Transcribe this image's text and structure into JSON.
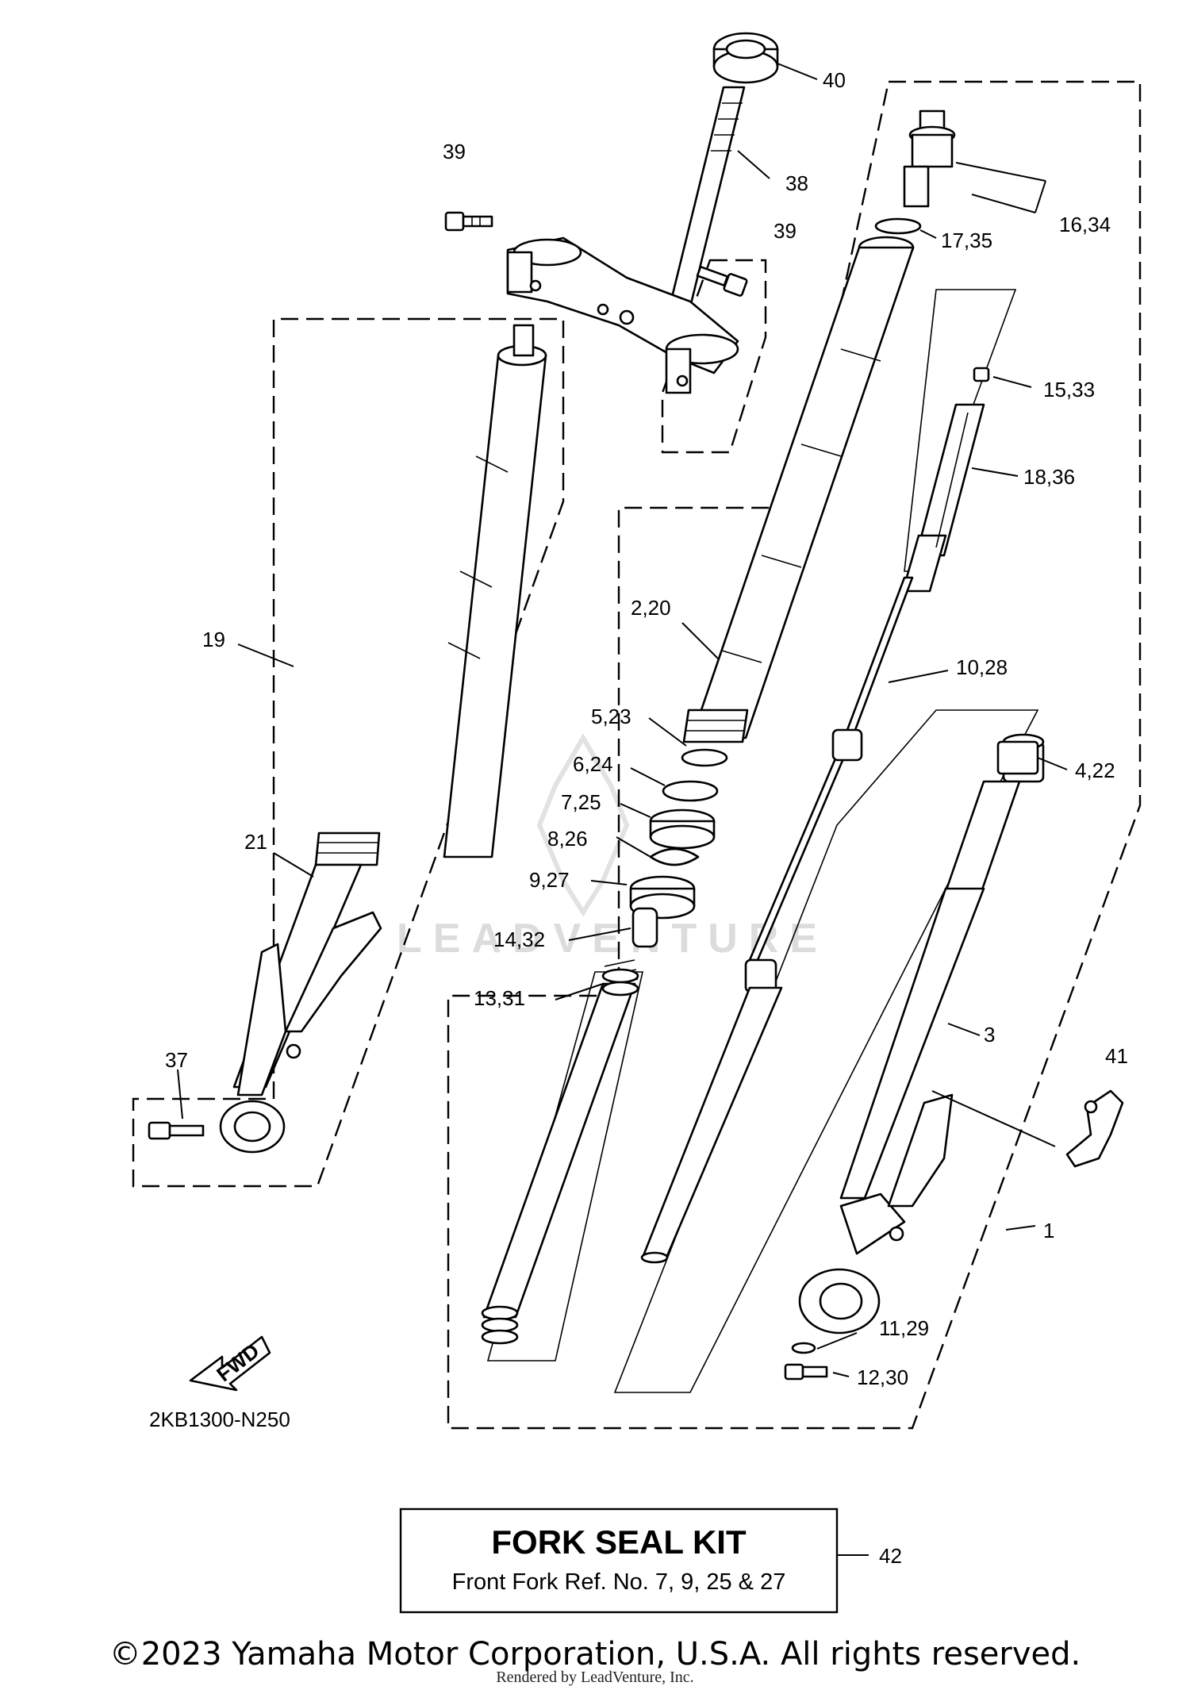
{
  "diagram_code": "2KB1300-N250",
  "labels": {
    "l40": "40",
    "l39a": "39",
    "l38": "38",
    "l39b": "39",
    "l1634": "16,34",
    "l1735": "17,35",
    "l1533": "15,33",
    "l1836": "18,36",
    "l19": "19",
    "l220": "2,20",
    "l1028": "10,28",
    "l523": "5,23",
    "l624": "6,24",
    "l725": "7,25",
    "l826": "8,26",
    "l927": "9,27",
    "l422": "4,22",
    "l21": "21",
    "l1432": "14,32",
    "l1331": "13,31",
    "l3": "3",
    "l41": "41",
    "l37": "37",
    "l1": "1",
    "l1129": "11,29",
    "l1230": "12,30",
    "l42": "42"
  },
  "fwd_label": "FWD",
  "kit": {
    "title": "FORK SEAL KIT",
    "subtitle": "Front Fork Ref. No. 7, 9, 25 & 27"
  },
  "watermark": "LEADVENTURE",
  "copyright": "©2023 Yamaha Motor Corporation, U.S.A. All rights reserved.",
  "rendered_by": "Rendered by LeadVenture, Inc."
}
